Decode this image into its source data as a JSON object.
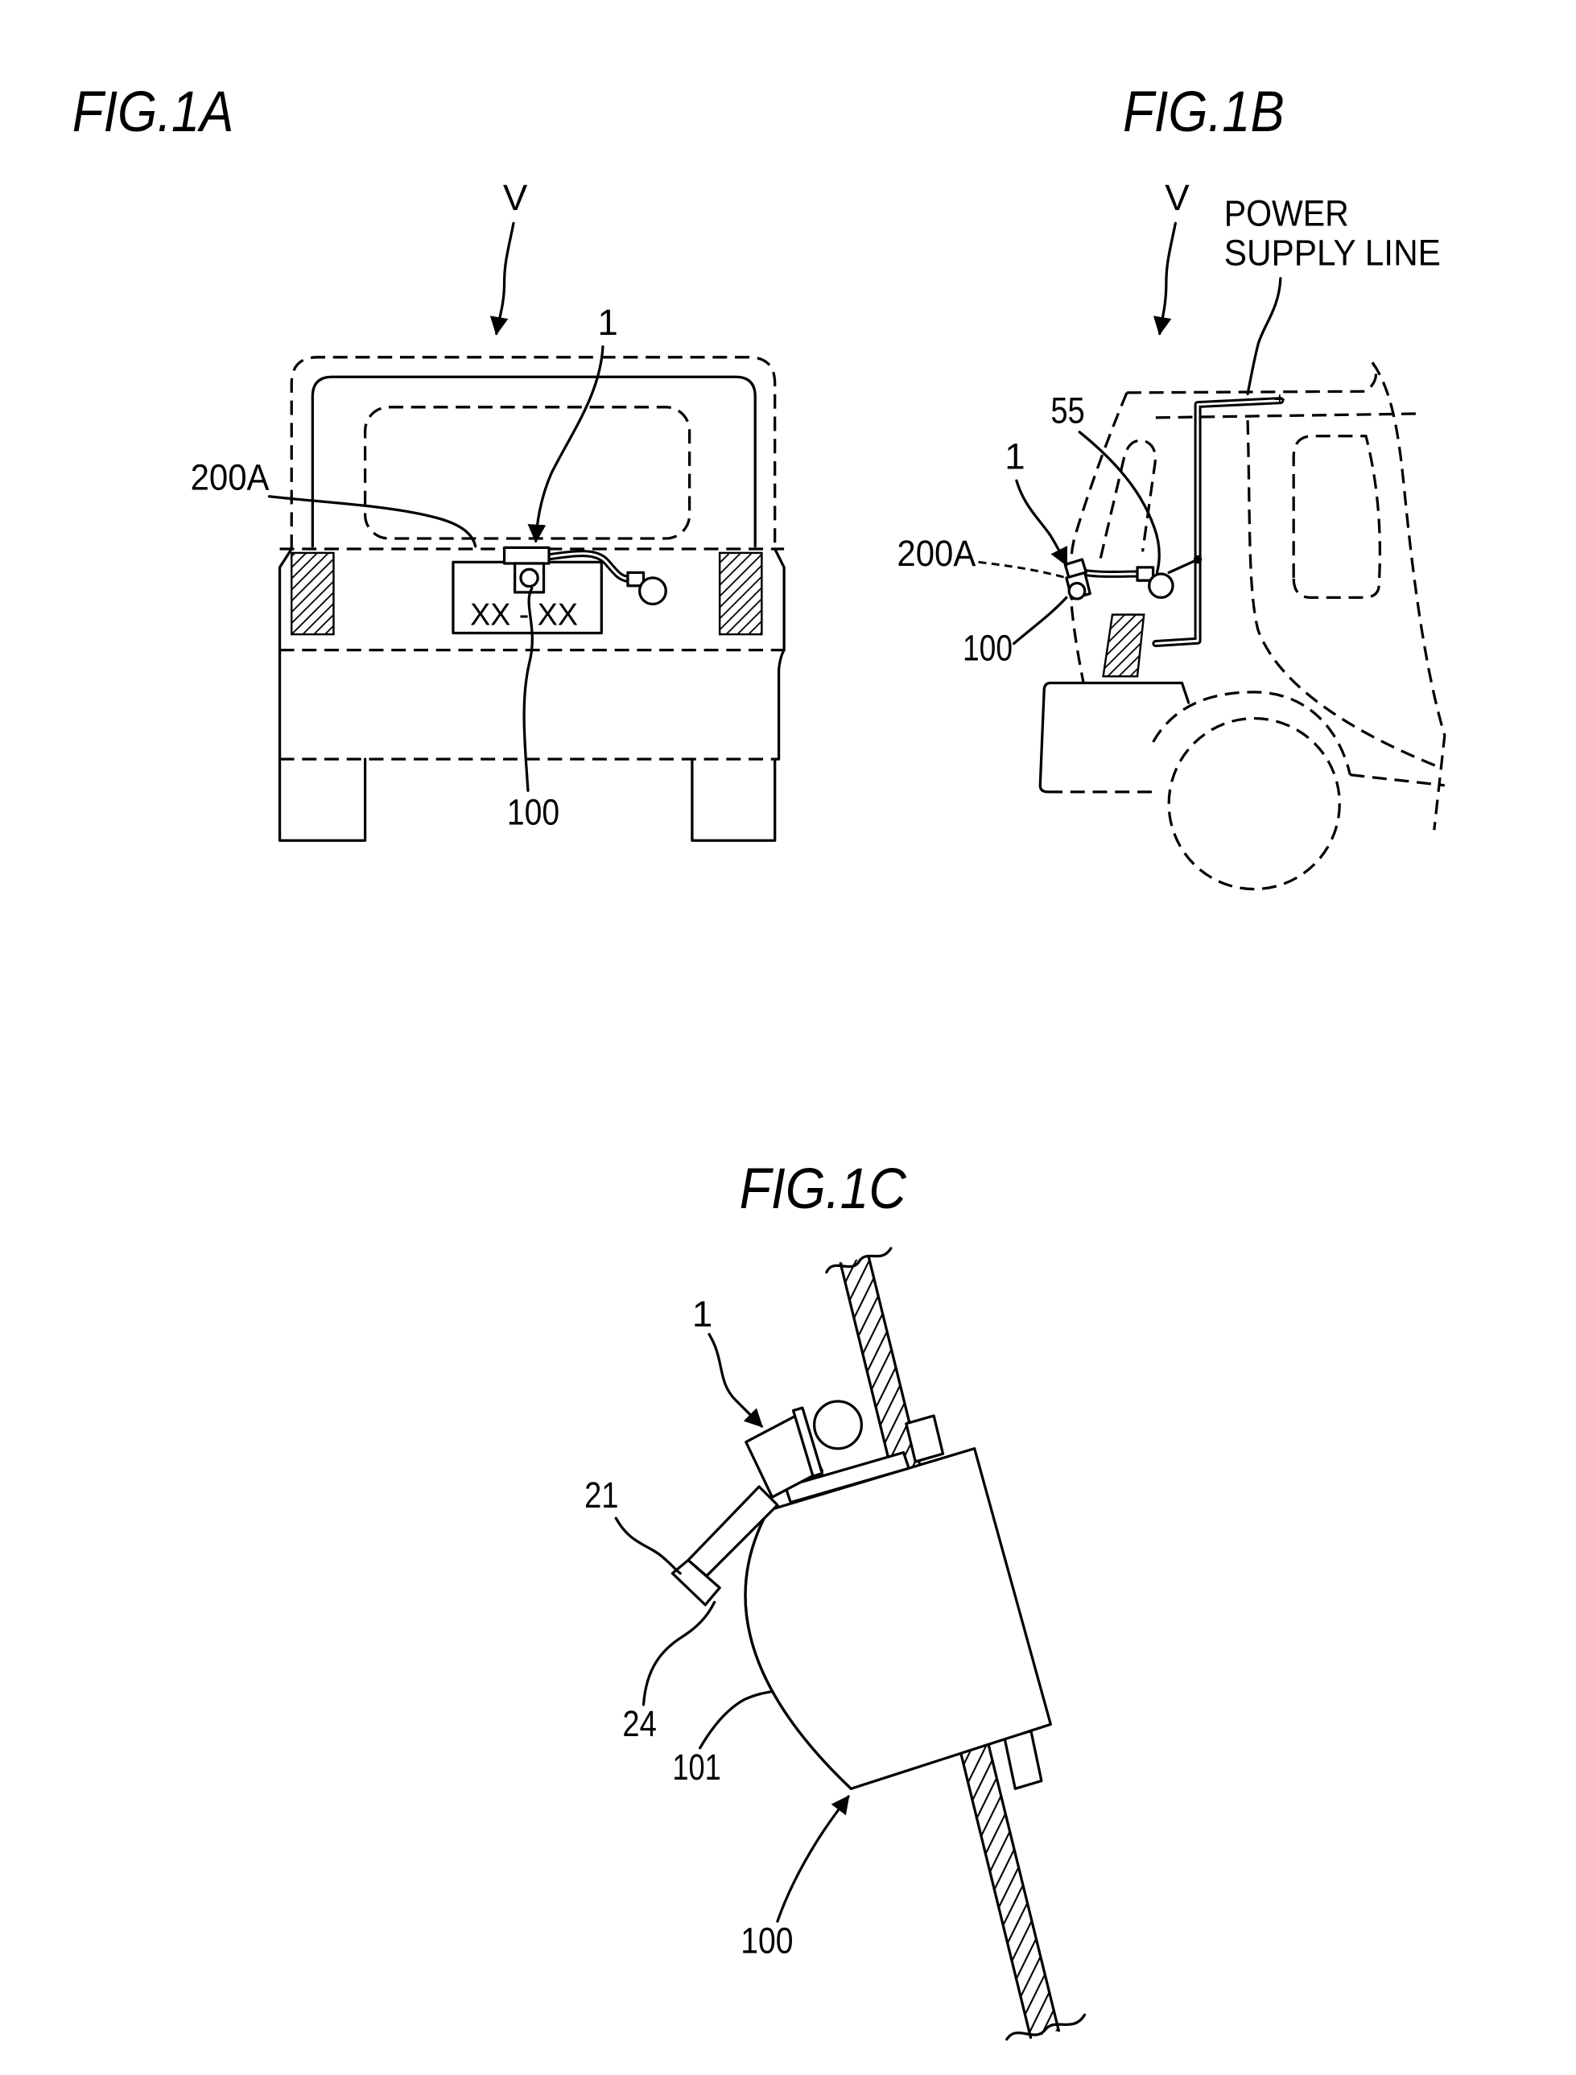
{
  "sheet": {
    "fig_1a": {
      "title": "FIG.1A",
      "ref_v": "V",
      "ref_1": "1",
      "ref_200a": "200A",
      "ref_100": "100",
      "plate_text": "XX - XX"
    },
    "fig_1b": {
      "title": "FIG.1B",
      "ref_v": "V",
      "power_supply_label_line1": "POWER",
      "power_supply_label_line2": "SUPPLY LINE",
      "terminal_mark": "+",
      "ref_55": "55",
      "ref_1": "1",
      "ref_200a": "200A",
      "ref_100": "100"
    },
    "fig_1c": {
      "title": "FIG.1C",
      "ref_1": "1",
      "ref_21": "21",
      "ref_24": "24",
      "ref_101": "101",
      "ref_100": "100"
    }
  }
}
